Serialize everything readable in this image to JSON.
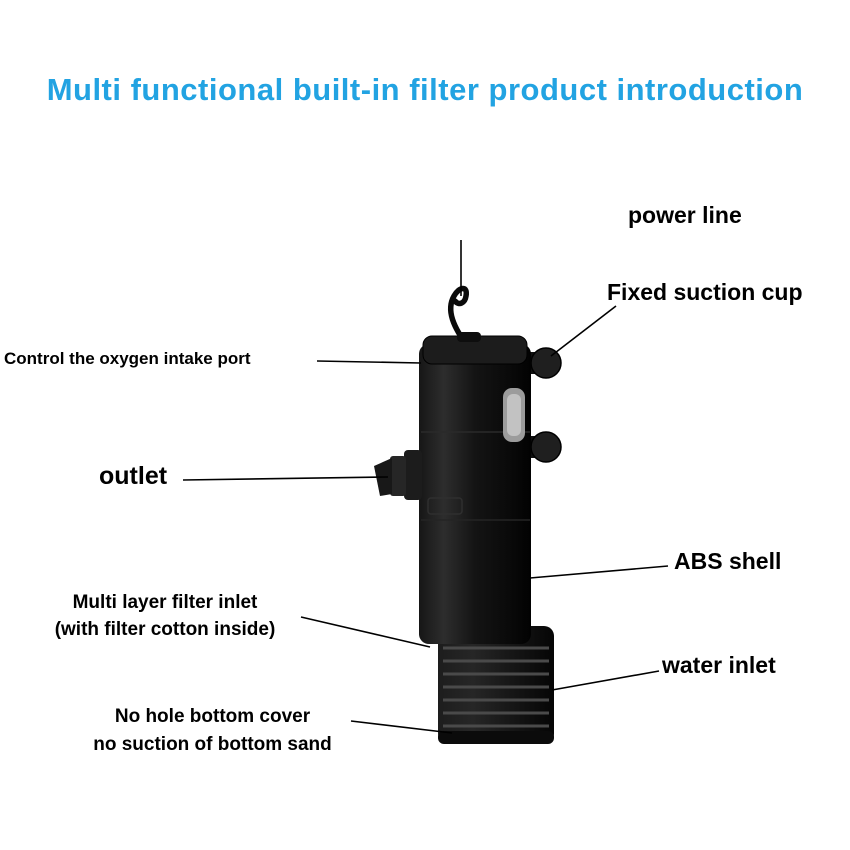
{
  "title": "Multi functional built-in filter product introduction",
  "colors": {
    "title": "#22A3E2",
    "label": "#000000",
    "background": "#FFFFFF",
    "device_body": "#111111"
  },
  "callouts": {
    "power_line": {
      "label": "power line"
    },
    "fixed_suction_cup": {
      "label": "Fixed suction cup"
    },
    "oxygen_intake_port": {
      "label": "Control the oxygen intake port"
    },
    "outlet": {
      "label": "outlet"
    },
    "abs_shell": {
      "label": "ABS shell"
    },
    "filter_inlet": {
      "line1": "Multi layer filter inlet",
      "line2": "(with filter cotton inside)"
    },
    "water_inlet": {
      "label": "water inlet"
    },
    "bottom_cover": {
      "line1": "No hole bottom cover",
      "line2": "no suction of bottom sand"
    }
  }
}
